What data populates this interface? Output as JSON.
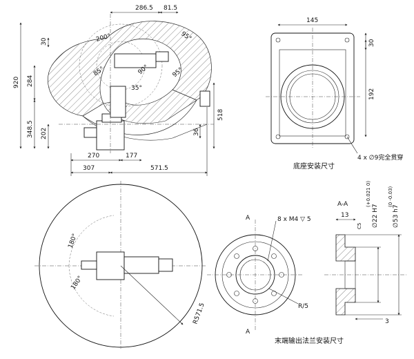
{
  "side_view": {
    "dims": {
      "top_a": "286.5",
      "top_b": "81.5",
      "height_total": "920",
      "h_284": "284",
      "h_348_5": "348.5",
      "h_202": "202",
      "h_30": "30",
      "h_518": "518",
      "h_36": "36",
      "w_270": "270",
      "w_177": "177",
      "w_307": "307",
      "w_571_5": "571.5"
    },
    "angles": {
      "a200": "200°",
      "a95_top": "95°",
      "a95_right": "95°",
      "a85": "85°",
      "a90": "90°",
      "a35": "35°"
    }
  },
  "base_view": {
    "dims": {
      "width": "145",
      "height": "192",
      "top_30": "30"
    },
    "hole_note": "4 x ∅9完全贯穿",
    "caption": "底座安装尺寸"
  },
  "top_view": {
    "angle_upper": "180°",
    "angle_lower": "180°",
    "radius": "R571.5"
  },
  "flange_view": {
    "section_marker_top": "A",
    "section_marker_bottom": "A",
    "thread_note": "8 x M4 ▽ 5",
    "bolt_circle": "R/5",
    "section_label": "A-A",
    "depth_13": "13",
    "chamfer": "C5",
    "bottom_3": "3",
    "tol_22": "∅22 H7",
    "tol_22_dev": "(+0.021 0)",
    "tol_53": "∅53 h7",
    "tol_53_dev": "(0 -0.03)",
    "caption": "末端输出法兰安装尺寸"
  }
}
